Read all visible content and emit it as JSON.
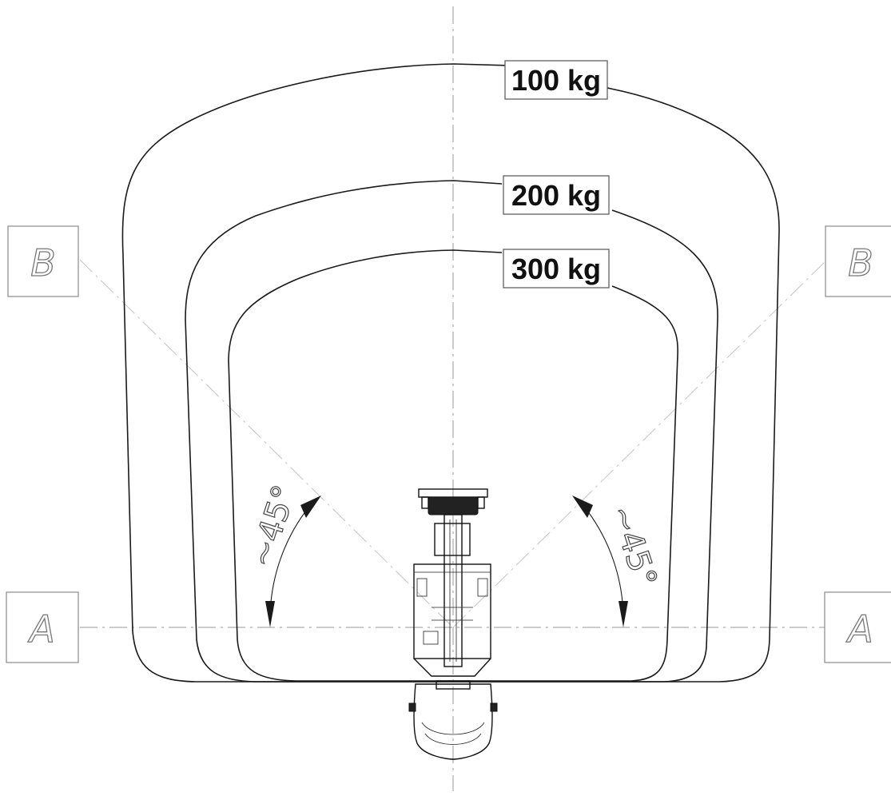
{
  "load_zones": [
    {
      "label": "100 kg"
    },
    {
      "label": "200 kg"
    },
    {
      "label": "300 kg"
    }
  ],
  "sections": {
    "left_b": "B",
    "right_b": "B",
    "left_a": "A",
    "right_a": "A"
  },
  "angles": {
    "left": "~45°",
    "right": "~45°"
  }
}
